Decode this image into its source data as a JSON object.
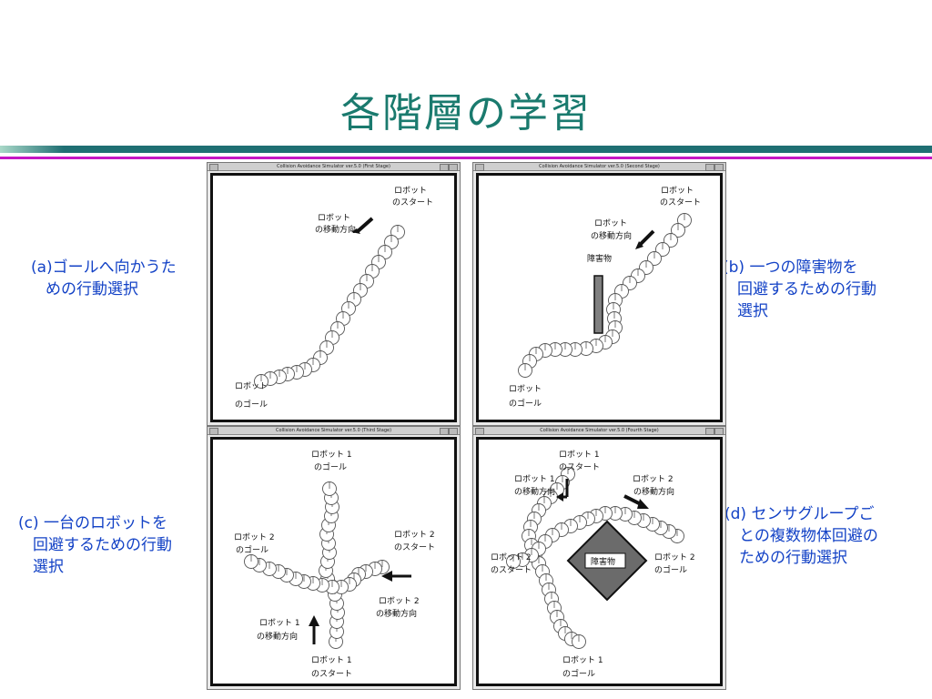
{
  "slide": {
    "title": "各階層の学習",
    "colors": {
      "title": "#1a7a6e",
      "caption": "#1342c6",
      "teal_bar": "#1f6f73",
      "magenta_bar": "#c416c4"
    }
  },
  "captions": {
    "a": {
      "line1": "(a)ゴールへ向かうた",
      "line2": "めの行動選択"
    },
    "b": {
      "line1": "(b) 一つの障害物を",
      "line2": "回避するための行動",
      "line3": "選択"
    },
    "c": {
      "line1": "(c) 一台のロボットを",
      "line2": "回避するための行動",
      "line3": "選択"
    },
    "d": {
      "line1": "(d) センサグループご",
      "line2": "との複数物体回避の",
      "line3": "ための行動選択"
    }
  },
  "windows": {
    "first": {
      "title": "Collision Avoidance Simulator ver.5.0 (First Stage)"
    },
    "second": {
      "title": "Collision Avoidance Simulator ver.5.0 (Second Stage)"
    },
    "third": {
      "title": "Collision Avoidance Simulator ver.5.0 (Third Stage)"
    },
    "fourth": {
      "title": "Collision Avoidance Simulator ver.5.0 (Fourth Stage)"
    }
  },
  "labels": {
    "robot": "ロボット",
    "start": "のスタート",
    "goal": "のゴール",
    "move_dir": "の移動方向",
    "obstacle": "障害物",
    "robot1": "ロボット 1",
    "robot2": "ロボット 2"
  }
}
